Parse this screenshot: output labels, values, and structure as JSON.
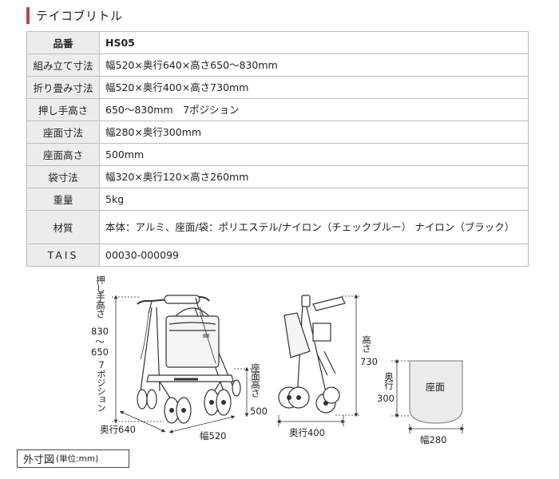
{
  "title": "テイコブリトル",
  "specs": [
    {
      "label": "品番",
      "value": "HS05"
    },
    {
      "label": "組み立て寸法",
      "value": "幅520×奥行640×高さ650〜830mm"
    },
    {
      "label": "折り畳み寸法",
      "value": "幅520×奥行400×高さ730mm"
    },
    {
      "label": "押し手高さ",
      "value": "650〜830mm　7ポジション"
    },
    {
      "label": "座面寸法",
      "value": "幅280×奥行300mm"
    },
    {
      "label": "座面高さ",
      "value": "500mm"
    },
    {
      "label": "袋寸法",
      "value": "幅320×奥行120×高さ260mm"
    },
    {
      "label": "重量",
      "value": "5kg"
    },
    {
      "label": "材質",
      "value": "本体：アルミ、座面/袋：ポリエステル/ナイロン（チェックブルー） ナイロン（ブラック）"
    },
    {
      "label": "TAIS",
      "value": "00030-000099"
    }
  ],
  "diagram": {
    "push_height": "押し手高さ830〜650 7ポジション",
    "push_height_parts": {
      "head": "押し手高さ",
      "range_top": "830",
      "range_sep": "〜",
      "range_bottom": "650",
      "positions": "7ポジション"
    },
    "seat_height": {
      "label": "座面高さ",
      "value": "500"
    },
    "depth_open": "奥行640",
    "width": "幅520",
    "folded_height": {
      "label": "高さ",
      "value": "730"
    },
    "depth_folded": "奥行400",
    "seat_depth": {
      "label": "奥行",
      "value": "300"
    },
    "seat_label": "座面",
    "seat_width": "幅280"
  },
  "footer": {
    "main": "外寸図",
    "unit": "(単位:mm)"
  }
}
